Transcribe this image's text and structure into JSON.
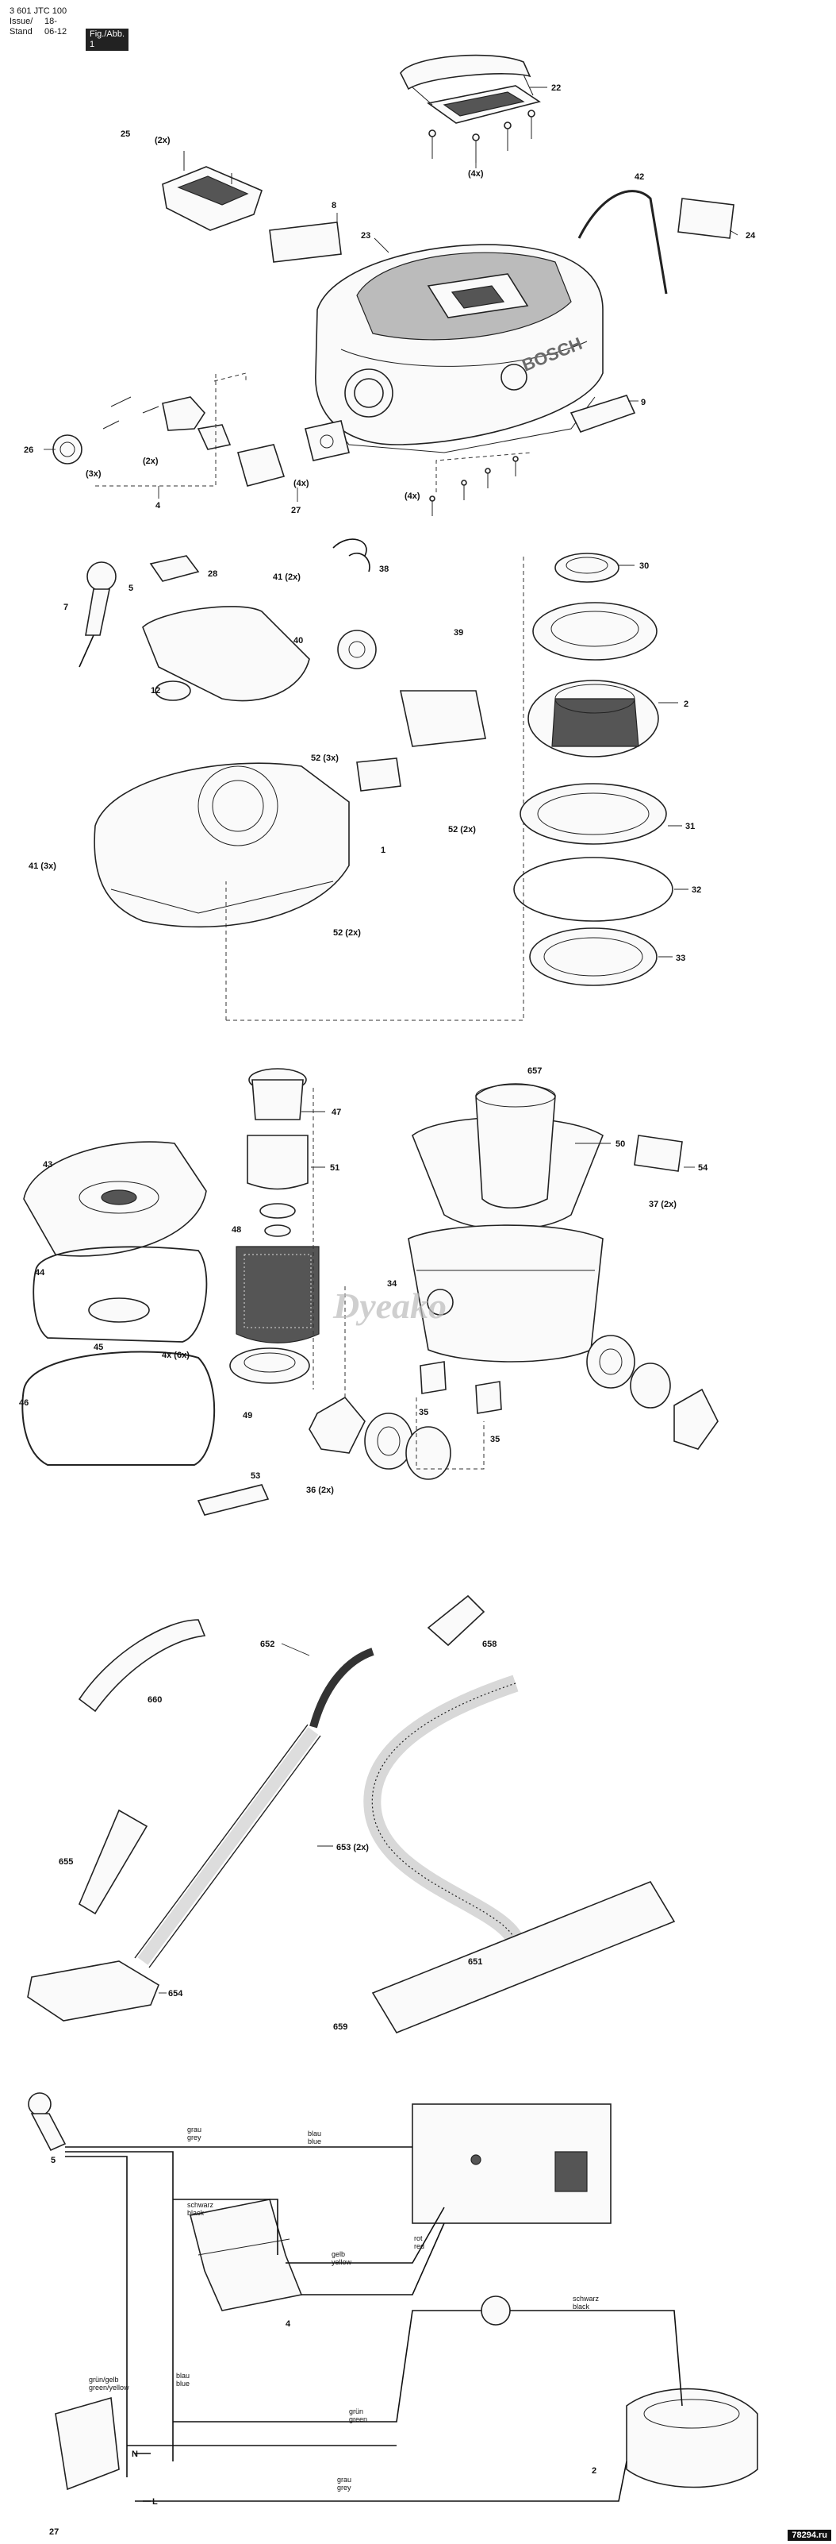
{
  "header": {
    "doc_number": "3 601 JTC 100",
    "issue_label": "Issue/",
    "issue_date": "18-06-12",
    "stand_label": "Stand",
    "fig_label": "Fig./Abb. 1"
  },
  "watermark": "Dyeako",
  "brand_text": "BOSCH",
  "site_badge": "78294.ru",
  "section1": {
    "labels": [
      "25",
      "(2x)",
      "22",
      "(4x)",
      "8",
      "23",
      "42",
      "24",
      "26",
      "(3x)",
      "(2x)",
      "4",
      "9",
      "(4x)",
      "27",
      "(4x)"
    ]
  },
  "section2": {
    "labels": [
      "28",
      "41 (2x)",
      "38",
      "30",
      "7",
      "5",
      "40",
      "39",
      "12",
      "2",
      "52 (3x)",
      "1",
      "52 (2x)",
      "31",
      "41 (3x)",
      "32",
      "52 (2x)",
      "33"
    ]
  },
  "section3": {
    "labels": [
      "657",
      "47",
      "50",
      "43",
      "51",
      "54",
      "37 (2x)",
      "48",
      "34",
      "44",
      "4x (6x)",
      "45",
      "35",
      "35",
      "49",
      "46",
      "53",
      "36 (2x)"
    ]
  },
  "section4": {
    "labels": [
      "658",
      "660",
      "652",
      "653 (2x)",
      "655",
      "654",
      "651",
      "659"
    ]
  },
  "wiring": {
    "labels": [
      "5",
      "N",
      "L",
      "27",
      "4",
      "2"
    ],
    "wires": {
      "grau_grey_1": [
        "grau",
        "grey"
      ],
      "blau_blue_1": [
        "blau",
        "blue"
      ],
      "schwarz_black_1": [
        "schwarz",
        "black"
      ],
      "gelb_yellow": [
        "gelb",
        "yellow"
      ],
      "rot_red": [
        "rot",
        "red"
      ],
      "blau_blue_2": [
        "blau",
        "blue"
      ],
      "gruengelb": [
        "grün/gelb",
        "green/yellow"
      ],
      "gruen_green": [
        "grün",
        "green"
      ],
      "schwarz_black_2": [
        "schwarz",
        "black"
      ],
      "grau_grey_2": [
        "grau",
        "grey"
      ]
    }
  }
}
